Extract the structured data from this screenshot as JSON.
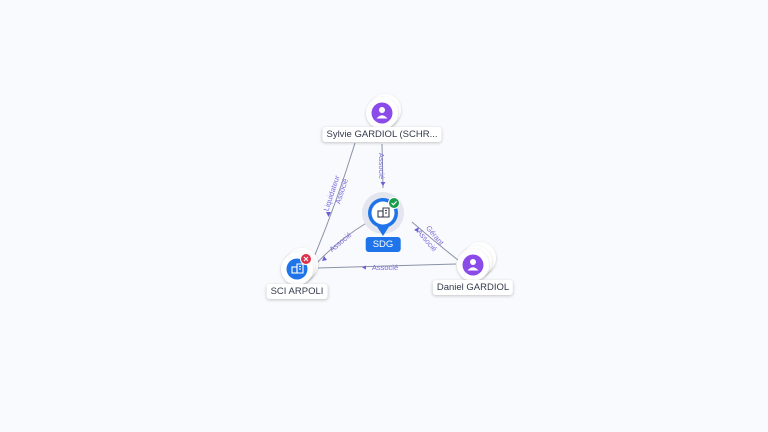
{
  "nodes": {
    "center": {
      "label": "SDG",
      "icon": "building-icon",
      "status": "active",
      "status_icon": "check-icon"
    },
    "sylvie": {
      "label": "Sylvie GARDIOL (SCHR...",
      "icon": "person-icon"
    },
    "sci": {
      "label": "SCI ARPOLI",
      "icon": "building-icon",
      "status": "closed",
      "status_icon": "close-icon"
    },
    "daniel": {
      "label": "Daniel GARDIOL",
      "icon": "person-icon"
    }
  },
  "edges": {
    "sylvie_center": [
      "Associé"
    ],
    "sylvie_sci": [
      "Liquidateur",
      "Associé"
    ],
    "center_sci": [
      "Associé"
    ],
    "daniel_center": [
      "Gérant",
      "Associé"
    ],
    "daniel_sci": [
      "Associé"
    ]
  },
  "colors": {
    "person": "#8b4be8",
    "company": "#1e74e8",
    "active_badge": "#1a9c4a",
    "closed_badge": "#e0304a",
    "edge": "#8a92a6",
    "edge_label": "#7a6fdb"
  }
}
